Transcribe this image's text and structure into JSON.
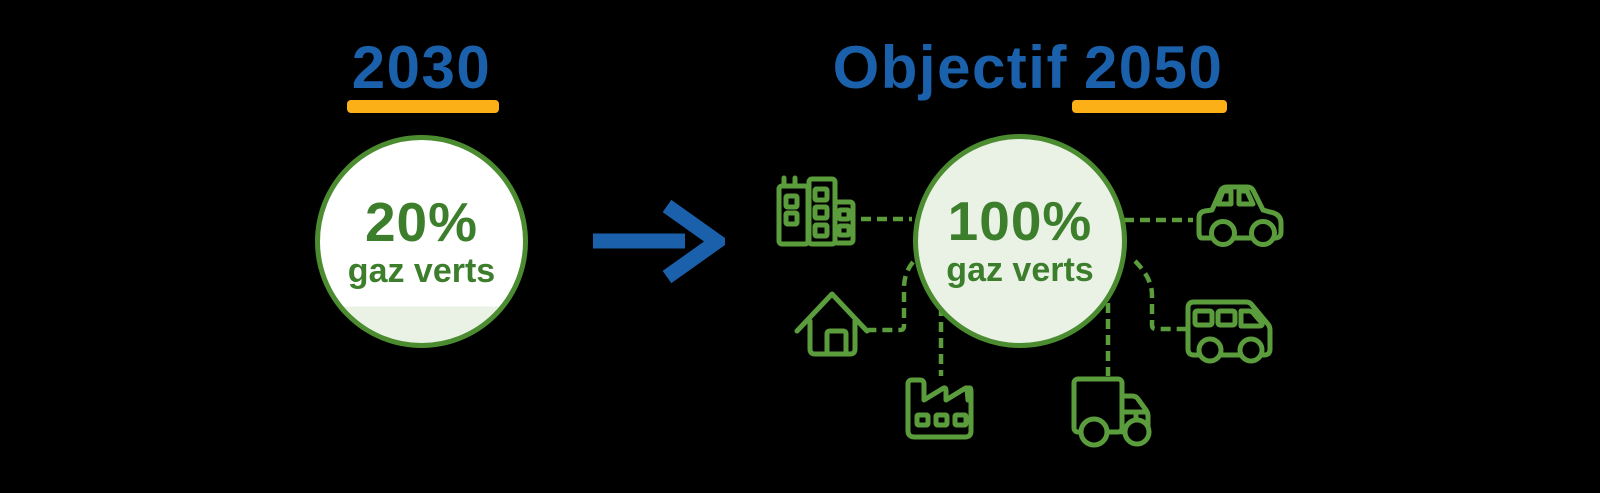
{
  "palette": {
    "background": "#000000",
    "blue": "#1A60AB",
    "yellow": "#FBB017",
    "green_text": "#3C7E2B",
    "green_circle_stroke": "#4C8C31",
    "green_icon": "#5B9C3D",
    "green_light_fill": "#E9F2E5",
    "left_circle_fill": "#FFFFFF"
  },
  "left_stage": {
    "year": "2030",
    "percentage": "20%",
    "label": "gaz verts",
    "circle_fill_level_percent": 20
  },
  "arrow": {
    "direction": "right",
    "color": "#1A60AB"
  },
  "right_stage": {
    "title_prefix": "Objectif",
    "year": "2050",
    "percentage": "100%",
    "label": "gaz verts",
    "circle_fill_level_percent": 100,
    "connected_icons": [
      "office-buildings",
      "car",
      "house",
      "bus",
      "factory",
      "truck"
    ]
  }
}
